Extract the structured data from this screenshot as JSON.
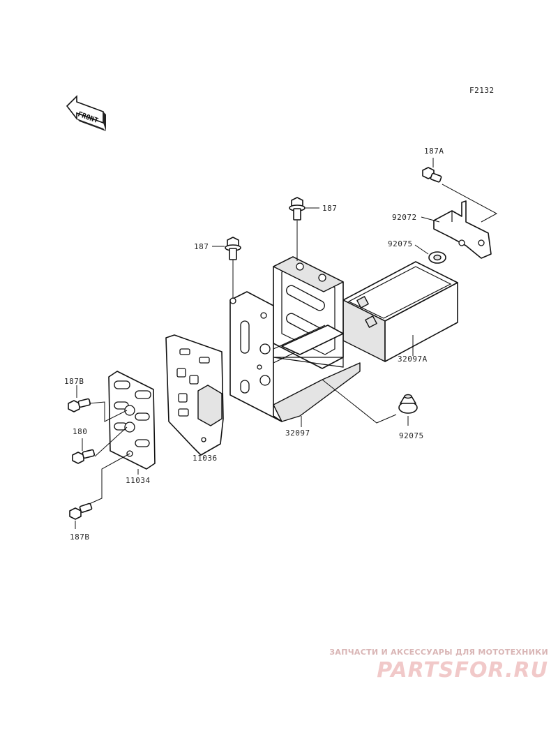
{
  "figure": {
    "code": "F2132",
    "front_marker": "FRONT"
  },
  "parts": [
    {
      "id": "187A",
      "label": "187A"
    },
    {
      "id": "187_top",
      "label": "187"
    },
    {
      "id": "187_left",
      "label": "187"
    },
    {
      "id": "92072",
      "label": "92072"
    },
    {
      "id": "92075_top",
      "label": "92075"
    },
    {
      "id": "32097A",
      "label": "32097A"
    },
    {
      "id": "32097",
      "label": "32097"
    },
    {
      "id": "92075_bottom",
      "label": "92075"
    },
    {
      "id": "187B_top",
      "label": "187B"
    },
    {
      "id": "180",
      "label": "180"
    },
    {
      "id": "11034",
      "label": "11034"
    },
    {
      "id": "11036",
      "label": "11036"
    },
    {
      "id": "187B_bottom",
      "label": "187B"
    }
  ],
  "watermark": {
    "caption": "ЗАПЧАСТИ И АКСЕССУАРЫ ДЛЯ МОТОТЕХНИКИ",
    "logo": "PARTSFOR.RU"
  }
}
